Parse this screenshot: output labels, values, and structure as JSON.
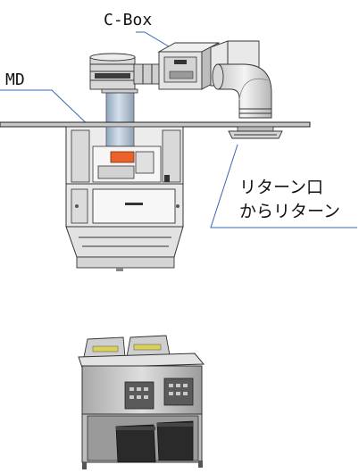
{
  "labels": {
    "cbox": "C-Box",
    "md": "MD",
    "return_line1": "リターン口",
    "return_line2": "からリターン"
  },
  "colors": {
    "leader_line": "#3a64b4",
    "md_accent": "#e8622a",
    "ceiling": "#1e1e1e",
    "duct": "#b9c7d6",
    "body": "#e6e6e6"
  },
  "components": {
    "top": [
      "exhaust-hood",
      "vertical-duct",
      "c-box",
      "elbow-duct",
      "return-grille",
      "ceiling"
    ],
    "bottom": [
      "fryer"
    ]
  }
}
